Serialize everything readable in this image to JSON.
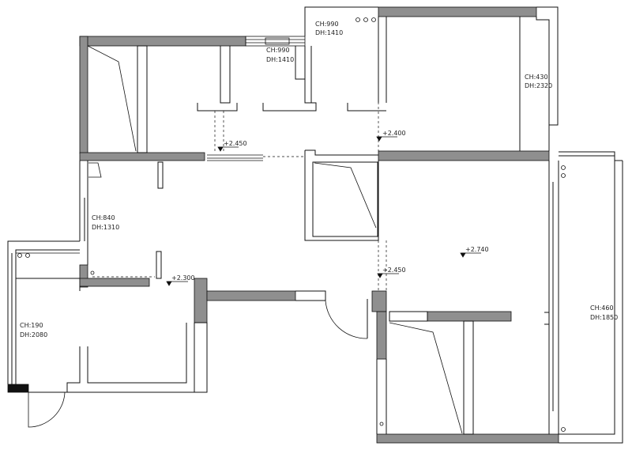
{
  "diagram": {
    "window_notes": [
      {
        "id": "top-left-window",
        "ch": "CH:990",
        "dh": "DH:1410"
      },
      {
        "id": "top-center-window",
        "ch": "CH:990",
        "dh": "DH:1410"
      },
      {
        "id": "right-top-window",
        "ch": "CH:430",
        "dh": "DH:2320"
      },
      {
        "id": "left-room-window",
        "ch": "CH:840",
        "dh": "DH:1310"
      },
      {
        "id": "left-balcony-window",
        "ch": "CH:190",
        "dh": "DH:2080"
      },
      {
        "id": "right-balcony-window",
        "ch": "CH:460",
        "dh": "DH:1850"
      }
    ],
    "levels": [
      {
        "id": "level-a",
        "value": "+2.450"
      },
      {
        "id": "level-b",
        "value": "+2.400"
      },
      {
        "id": "level-c",
        "value": "+2.740"
      },
      {
        "id": "level-d",
        "value": "+2.450"
      },
      {
        "id": "level-e",
        "value": "+2.300"
      }
    ],
    "colors": {
      "wall": "#8f8f8f",
      "line": "#111111",
      "background": "#ffffff"
    }
  }
}
